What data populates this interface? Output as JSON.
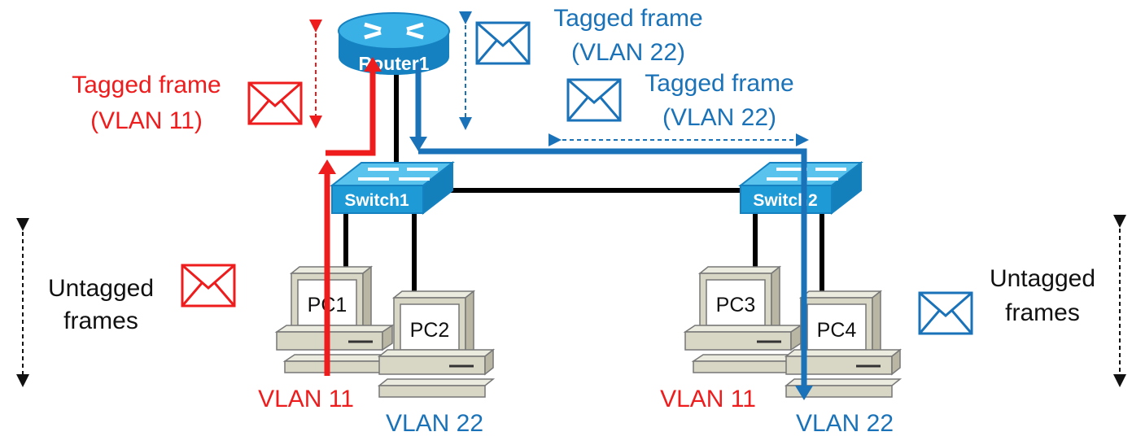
{
  "devices": {
    "router": "Router1",
    "switch1": "Switch1",
    "switch2": "Switch2",
    "pc1": "PC1",
    "pc2": "PC2",
    "pc3": "PC3",
    "pc4": "PC4"
  },
  "labels": {
    "tagged_red_line1": "Tagged frame",
    "tagged_red_line2": "(VLAN 11)",
    "tagged_blue_top_line1": "Tagged frame",
    "tagged_blue_top_line2": "(VLAN 22)",
    "tagged_blue_mid_line1": "Tagged frame",
    "tagged_blue_mid_line2": "(VLAN 22)",
    "untagged_left_line1": "Untagged",
    "untagged_left_line2": "frames",
    "untagged_right_line1": "Untagged",
    "untagged_right_line2": "frames",
    "vlan_pc1": "VLAN 11",
    "vlan_pc2": "VLAN 22",
    "vlan_pc3": "VLAN 11",
    "vlan_pc4": "VLAN 22"
  },
  "colors": {
    "vlan11": "#ee1c1c",
    "vlan22": "#1a72b8",
    "device_blue": "#2aa3d9",
    "pc_beige": "#d8d6c4",
    "link": "#000000"
  },
  "icons": {
    "frame": "envelope-icon",
    "router": "router-icon",
    "switch": "switch-icon",
    "pc": "computer-icon"
  }
}
